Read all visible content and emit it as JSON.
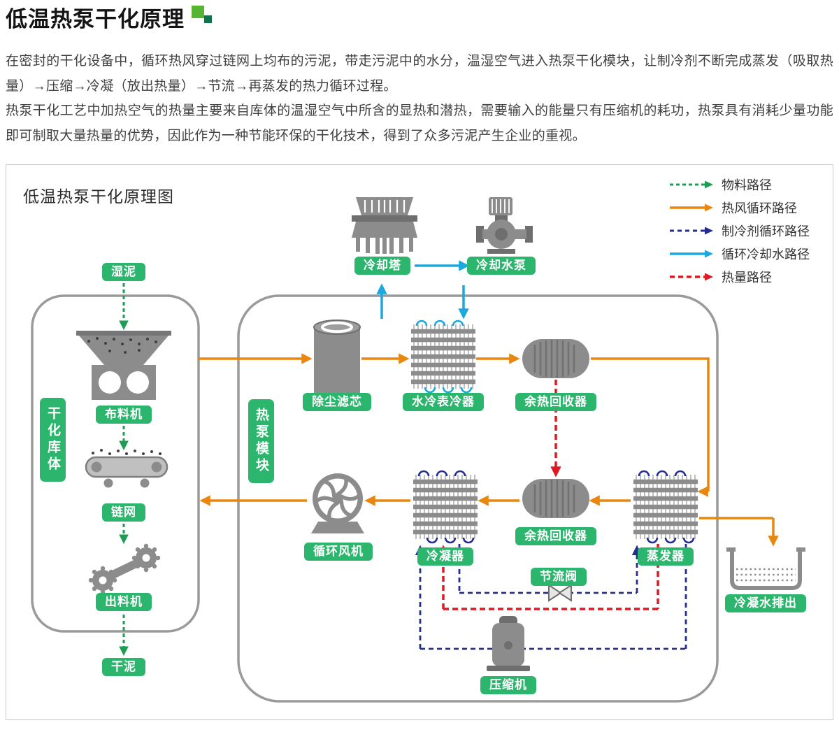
{
  "header": {
    "title": "低温热泵干化原理"
  },
  "intro": {
    "p1": "在密封的干化设备中，循环热风穿过链网上均布的污泥，带走污泥中的水分，温湿空气进入热泵干化模块，让制冷剂不断完成蒸发（吸取热量）→压缩→冷凝（放出热量）→节流→再蒸发的热力循环过程。",
    "p2": "热泵干化工艺中加热空气的热量主要来自库体的温湿空气中所含的显热和潜热，需要输入的能量只有压缩机的耗功，热泵具有消耗少量功能即可制取大量热量的优势，因此作为一种节能环保的干化技术，得到了众多污泥产生企业的重视。"
  },
  "diagram": {
    "title": "低温热泵干化原理图",
    "legend": [
      {
        "label": "物料路径",
        "color": "#1f9d55",
        "style": "dashed"
      },
      {
        "label": "热风循环路径",
        "color": "#e8860d",
        "style": "solid"
      },
      {
        "label": "制冷剂循环路径",
        "color": "#232e8f",
        "style": "dashed"
      },
      {
        "label": "循环冷却水路径",
        "color": "#1ba7e0",
        "style": "solid"
      },
      {
        "label": "热量路径",
        "color": "#dd1a22",
        "style": "dashed"
      }
    ],
    "labels": {
      "wet_mud": "湿泥",
      "distributor": "布料机",
      "chain_net": "链网",
      "discharger": "出料机",
      "dry_mud": "干泥",
      "chamber": "干化库体",
      "module": "热泵模块",
      "cooling_tower": "冷却塔",
      "cooling_pump": "冷却水泵",
      "dust_filter": "除尘滤芯",
      "surface_cooler": "水冷表冷器",
      "heat_recovery_top": "余热回收器",
      "heat_recovery_bottom": "余热回收器",
      "fan": "循环风机",
      "condenser": "冷凝器",
      "evaporator": "蒸发器",
      "throttle_valve": "节流阀",
      "compressor": "压缩机",
      "condensate_out": "冷凝水排出"
    }
  }
}
